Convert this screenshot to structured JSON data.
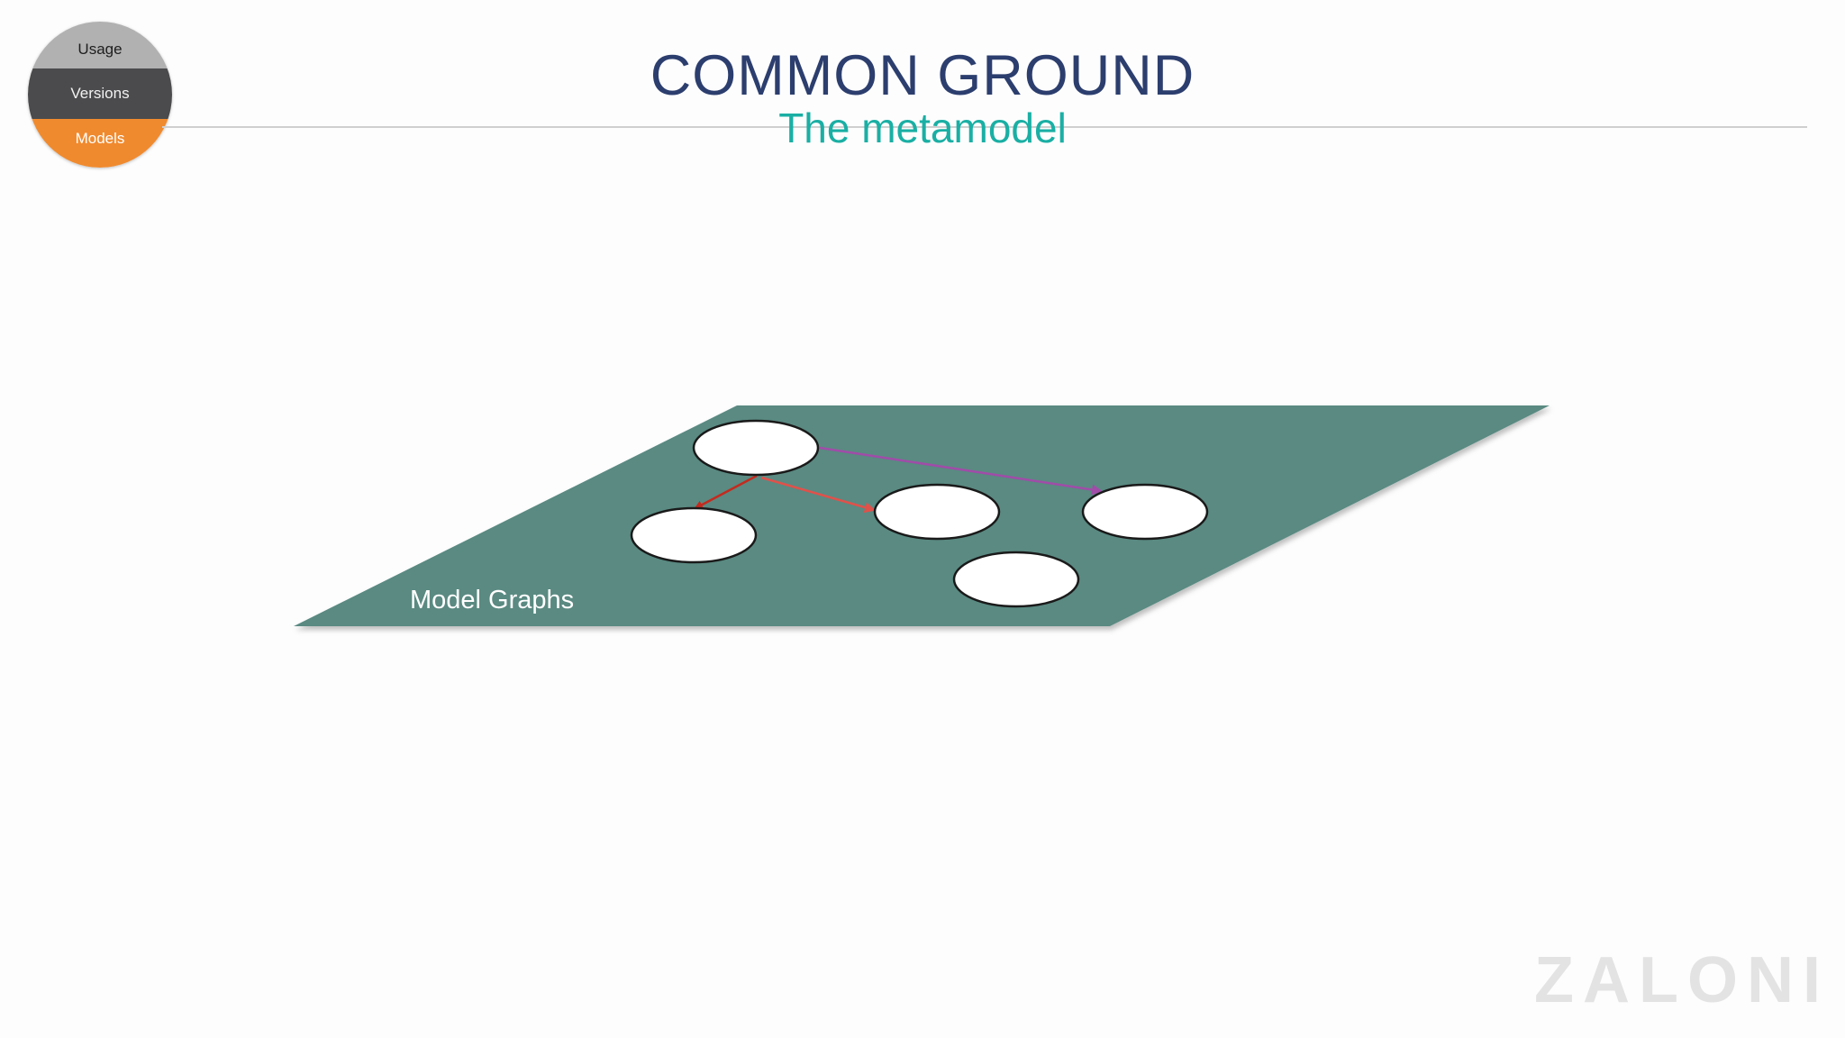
{
  "navigation": {
    "items": [
      {
        "label": "Usage",
        "active": false
      },
      {
        "label": "Versions",
        "active": false
      },
      {
        "label": "Models",
        "active": true
      }
    ],
    "colors": {
      "usage": "#b1b1b1",
      "versions": "#4b4b4d",
      "models": "#f08a2e"
    }
  },
  "header": {
    "title": "COMMON GROUND",
    "subtitle": "The metamodel"
  },
  "diagram": {
    "plane_label": "Model Graphs",
    "plane_color": "#5a8a82",
    "nodes": [
      "node-1",
      "node-2",
      "node-3",
      "node-4",
      "node-5"
    ],
    "edges": [
      {
        "from": "node-1",
        "to": "node-2",
        "color": "#c42a1e"
      },
      {
        "from": "node-1",
        "to": "node-3",
        "color": "#e0514a"
      },
      {
        "from": "node-1",
        "to": "node-4",
        "color": "#a04ca8"
      }
    ]
  },
  "logo": {
    "text": "ZALONI"
  }
}
